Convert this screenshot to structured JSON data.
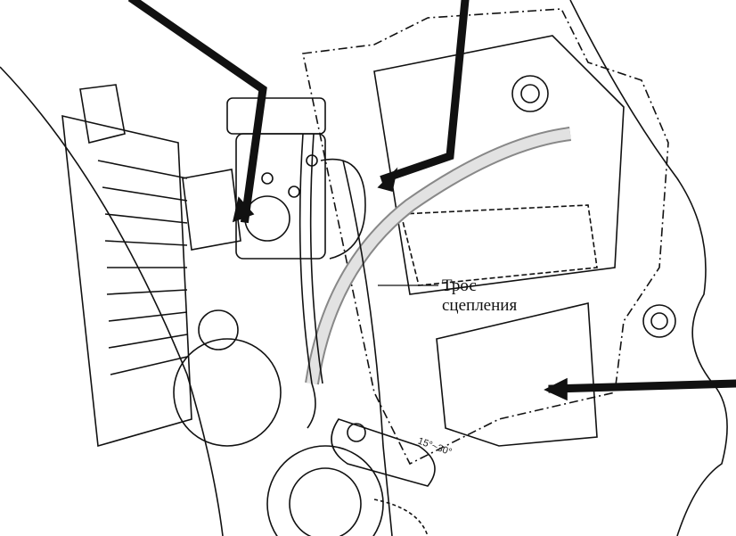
{
  "callout": {
    "line1": "Трос",
    "line2": "сцепления"
  },
  "angle_label": "15°~30°",
  "colors": {
    "ink": "#111111",
    "hose": "#d8d8d8"
  }
}
